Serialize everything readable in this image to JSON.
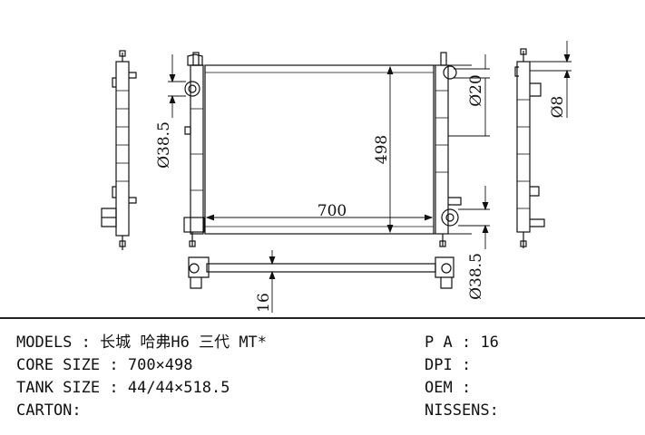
{
  "drawing": {
    "dimensions": {
      "core_width": "700",
      "core_height": "498",
      "inlet_diameter": "Ø38.5",
      "outlet_diameter": "Ø38.5",
      "pipe_20": "Ø20",
      "pipe_8": "Ø8",
      "core_thickness": "16"
    }
  },
  "specs": {
    "models": {
      "label": "MODELS",
      "value": "长城 哈弗H6 三代 MT*"
    },
    "core_size": {
      "label": "CORE SIZE",
      "value": "700×498"
    },
    "tank_size": {
      "label": "TANK SIZE",
      "value": "44/44×518.5"
    },
    "carton": {
      "label": "CARTON",
      "value": ""
    },
    "pa": {
      "label": "P A",
      "value": "16"
    },
    "dpi": {
      "label": "DPI",
      "value": ""
    },
    "oem": {
      "label": "OEM",
      "value": ""
    },
    "nissens": {
      "label": "NISSENS",
      "value": ""
    }
  }
}
